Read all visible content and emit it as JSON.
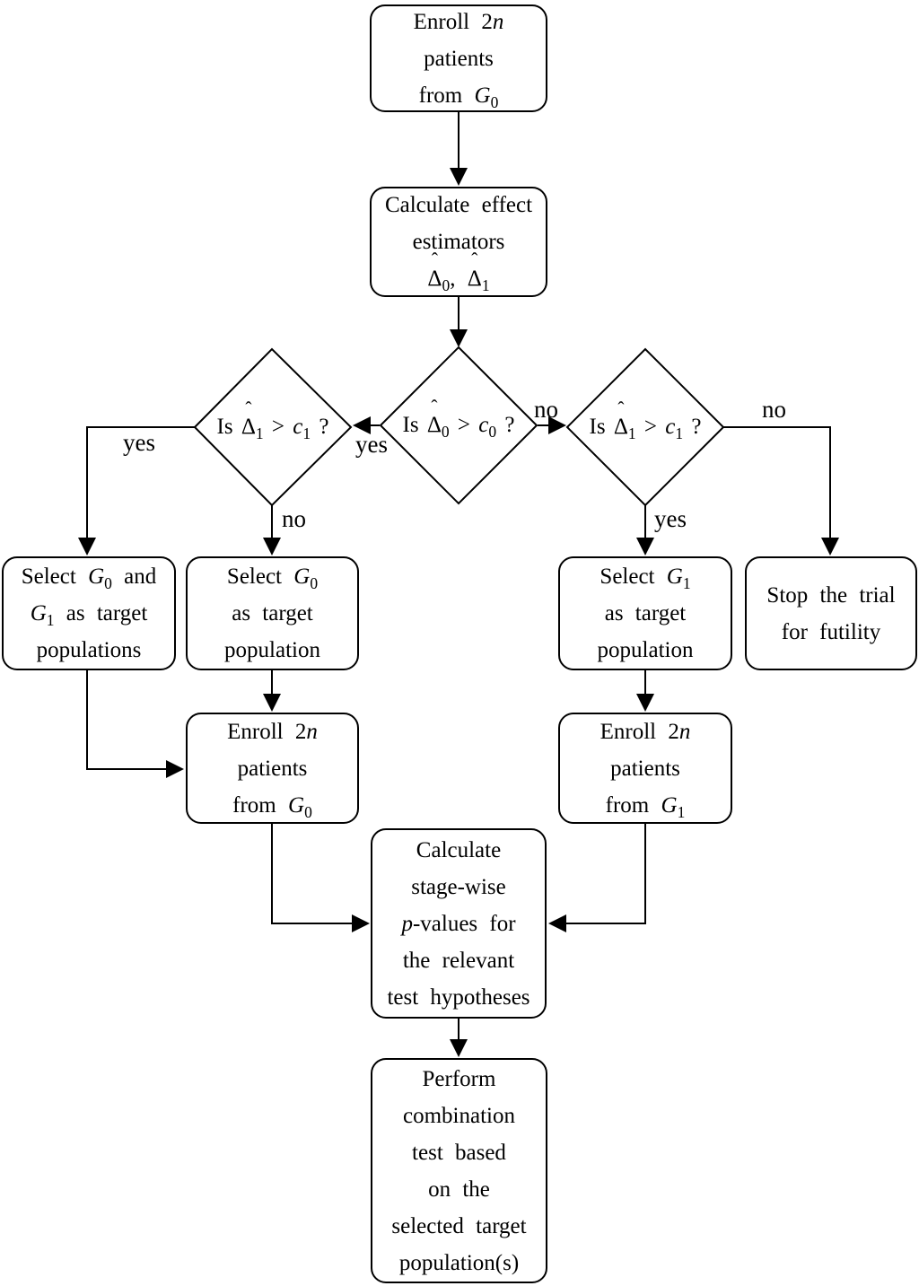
{
  "flowchart": {
    "colors": {
      "line": "#000000",
      "background": "#ffffff",
      "text": "#000000"
    },
    "nodes": {
      "enroll_stage1": {
        "lines": [
          [
            {
              "t": "Enroll 2"
            },
            {
              "t": "n",
              "i": 1
            }
          ],
          [
            {
              "t": "patients"
            }
          ],
          [
            {
              "t": "from "
            },
            {
              "t": "G",
              "i": 1
            },
            {
              "t": "0",
              "sub": 1
            }
          ]
        ]
      },
      "calc_effect": {
        "lines": [
          [
            {
              "t": "Calculate effect"
            }
          ],
          [
            {
              "t": "estimators"
            }
          ],
          [
            {
              "t": "Δ",
              "hat": "ˆ"
            },
            {
              "t": "0",
              "sub": 1
            },
            {
              "t": ", "
            },
            {
              "t": "Δ",
              "hat": "ˆ"
            },
            {
              "t": "1",
              "sub": 1
            }
          ]
        ]
      },
      "decision_center": {
        "lines": [
          [
            {
              "t": "Is "
            },
            {
              "t": "Δ",
              "hat": "ˆ"
            },
            {
              "t": "0",
              "sub": 1
            },
            {
              "t": " > "
            },
            {
              "t": "c",
              "i": 1
            },
            {
              "t": "0",
              "sub": 1
            },
            {
              "t": " ?"
            }
          ]
        ]
      },
      "decision_left": {
        "lines": [
          [
            {
              "t": "Is "
            },
            {
              "t": "Δ",
              "hat": "ˆ"
            },
            {
              "t": "1",
              "sub": 1
            },
            {
              "t": " > "
            },
            {
              "t": "c",
              "i": 1
            },
            {
              "t": "1",
              "sub": 1
            },
            {
              "t": " ?"
            }
          ]
        ]
      },
      "decision_right": {
        "lines": [
          [
            {
              "t": "Is "
            },
            {
              "t": "Δ",
              "hat": "ˆ"
            },
            {
              "t": "1",
              "sub": 1
            },
            {
              "t": " > "
            },
            {
              "t": "c",
              "i": 1
            },
            {
              "t": "1",
              "sub": 1
            },
            {
              "t": " ?"
            }
          ]
        ]
      },
      "select_both": {
        "lines": [
          [
            {
              "t": "Select "
            },
            {
              "t": "G",
              "i": 1
            },
            {
              "t": "0",
              "sub": 1
            },
            {
              "t": " and"
            }
          ],
          [
            {
              "t": "G",
              "i": 1
            },
            {
              "t": "1",
              "sub": 1
            },
            {
              "t": " as target"
            }
          ],
          [
            {
              "t": "populations"
            }
          ]
        ]
      },
      "select_g0": {
        "lines": [
          [
            {
              "t": "Select "
            },
            {
              "t": "G",
              "i": 1
            },
            {
              "t": "0",
              "sub": 1
            }
          ],
          [
            {
              "t": "as target"
            }
          ],
          [
            {
              "t": "population"
            }
          ]
        ]
      },
      "select_g1": {
        "lines": [
          [
            {
              "t": "Select "
            },
            {
              "t": "G",
              "i": 1
            },
            {
              "t": "1",
              "sub": 1
            }
          ],
          [
            {
              "t": "as target"
            }
          ],
          [
            {
              "t": "population"
            }
          ]
        ]
      },
      "stop_futility": {
        "lines": [
          [
            {
              "t": "Stop the trial"
            }
          ],
          [
            {
              "t": "for futility"
            }
          ]
        ]
      },
      "enroll_g0_stage2": {
        "lines": [
          [
            {
              "t": "Enroll 2"
            },
            {
              "t": "n",
              "i": 1
            }
          ],
          [
            {
              "t": "patients"
            }
          ],
          [
            {
              "t": "from "
            },
            {
              "t": "G",
              "i": 1
            },
            {
              "t": "0",
              "sub": 1
            }
          ]
        ]
      },
      "enroll_g1_stage2": {
        "lines": [
          [
            {
              "t": "Enroll 2"
            },
            {
              "t": "n",
              "i": 1
            }
          ],
          [
            {
              "t": "patients"
            }
          ],
          [
            {
              "t": "from "
            },
            {
              "t": "G",
              "i": 1
            },
            {
              "t": "1",
              "sub": 1
            }
          ]
        ]
      },
      "calc_pvalues": {
        "lines": [
          [
            {
              "t": "Calculate"
            }
          ],
          [
            {
              "t": "stage-wise"
            }
          ],
          [
            {
              "t": "p",
              "i": 1
            },
            {
              "t": "-values for"
            }
          ],
          [
            {
              "t": "the relevant"
            }
          ],
          [
            {
              "t": "test hypotheses"
            }
          ]
        ]
      },
      "perform_test": {
        "lines": [
          [
            {
              "t": "Perform"
            }
          ],
          [
            {
              "t": "combination"
            }
          ],
          [
            {
              "t": "test based"
            }
          ],
          [
            {
              "t": "on the"
            }
          ],
          [
            {
              "t": "selected target"
            }
          ],
          [
            {
              "t": "population(s)"
            }
          ]
        ]
      }
    },
    "labels": {
      "yes_left": "yes",
      "no_left": "no",
      "yes_center": "yes",
      "no_center": "no",
      "yes_right": "yes",
      "no_right": "no"
    }
  }
}
